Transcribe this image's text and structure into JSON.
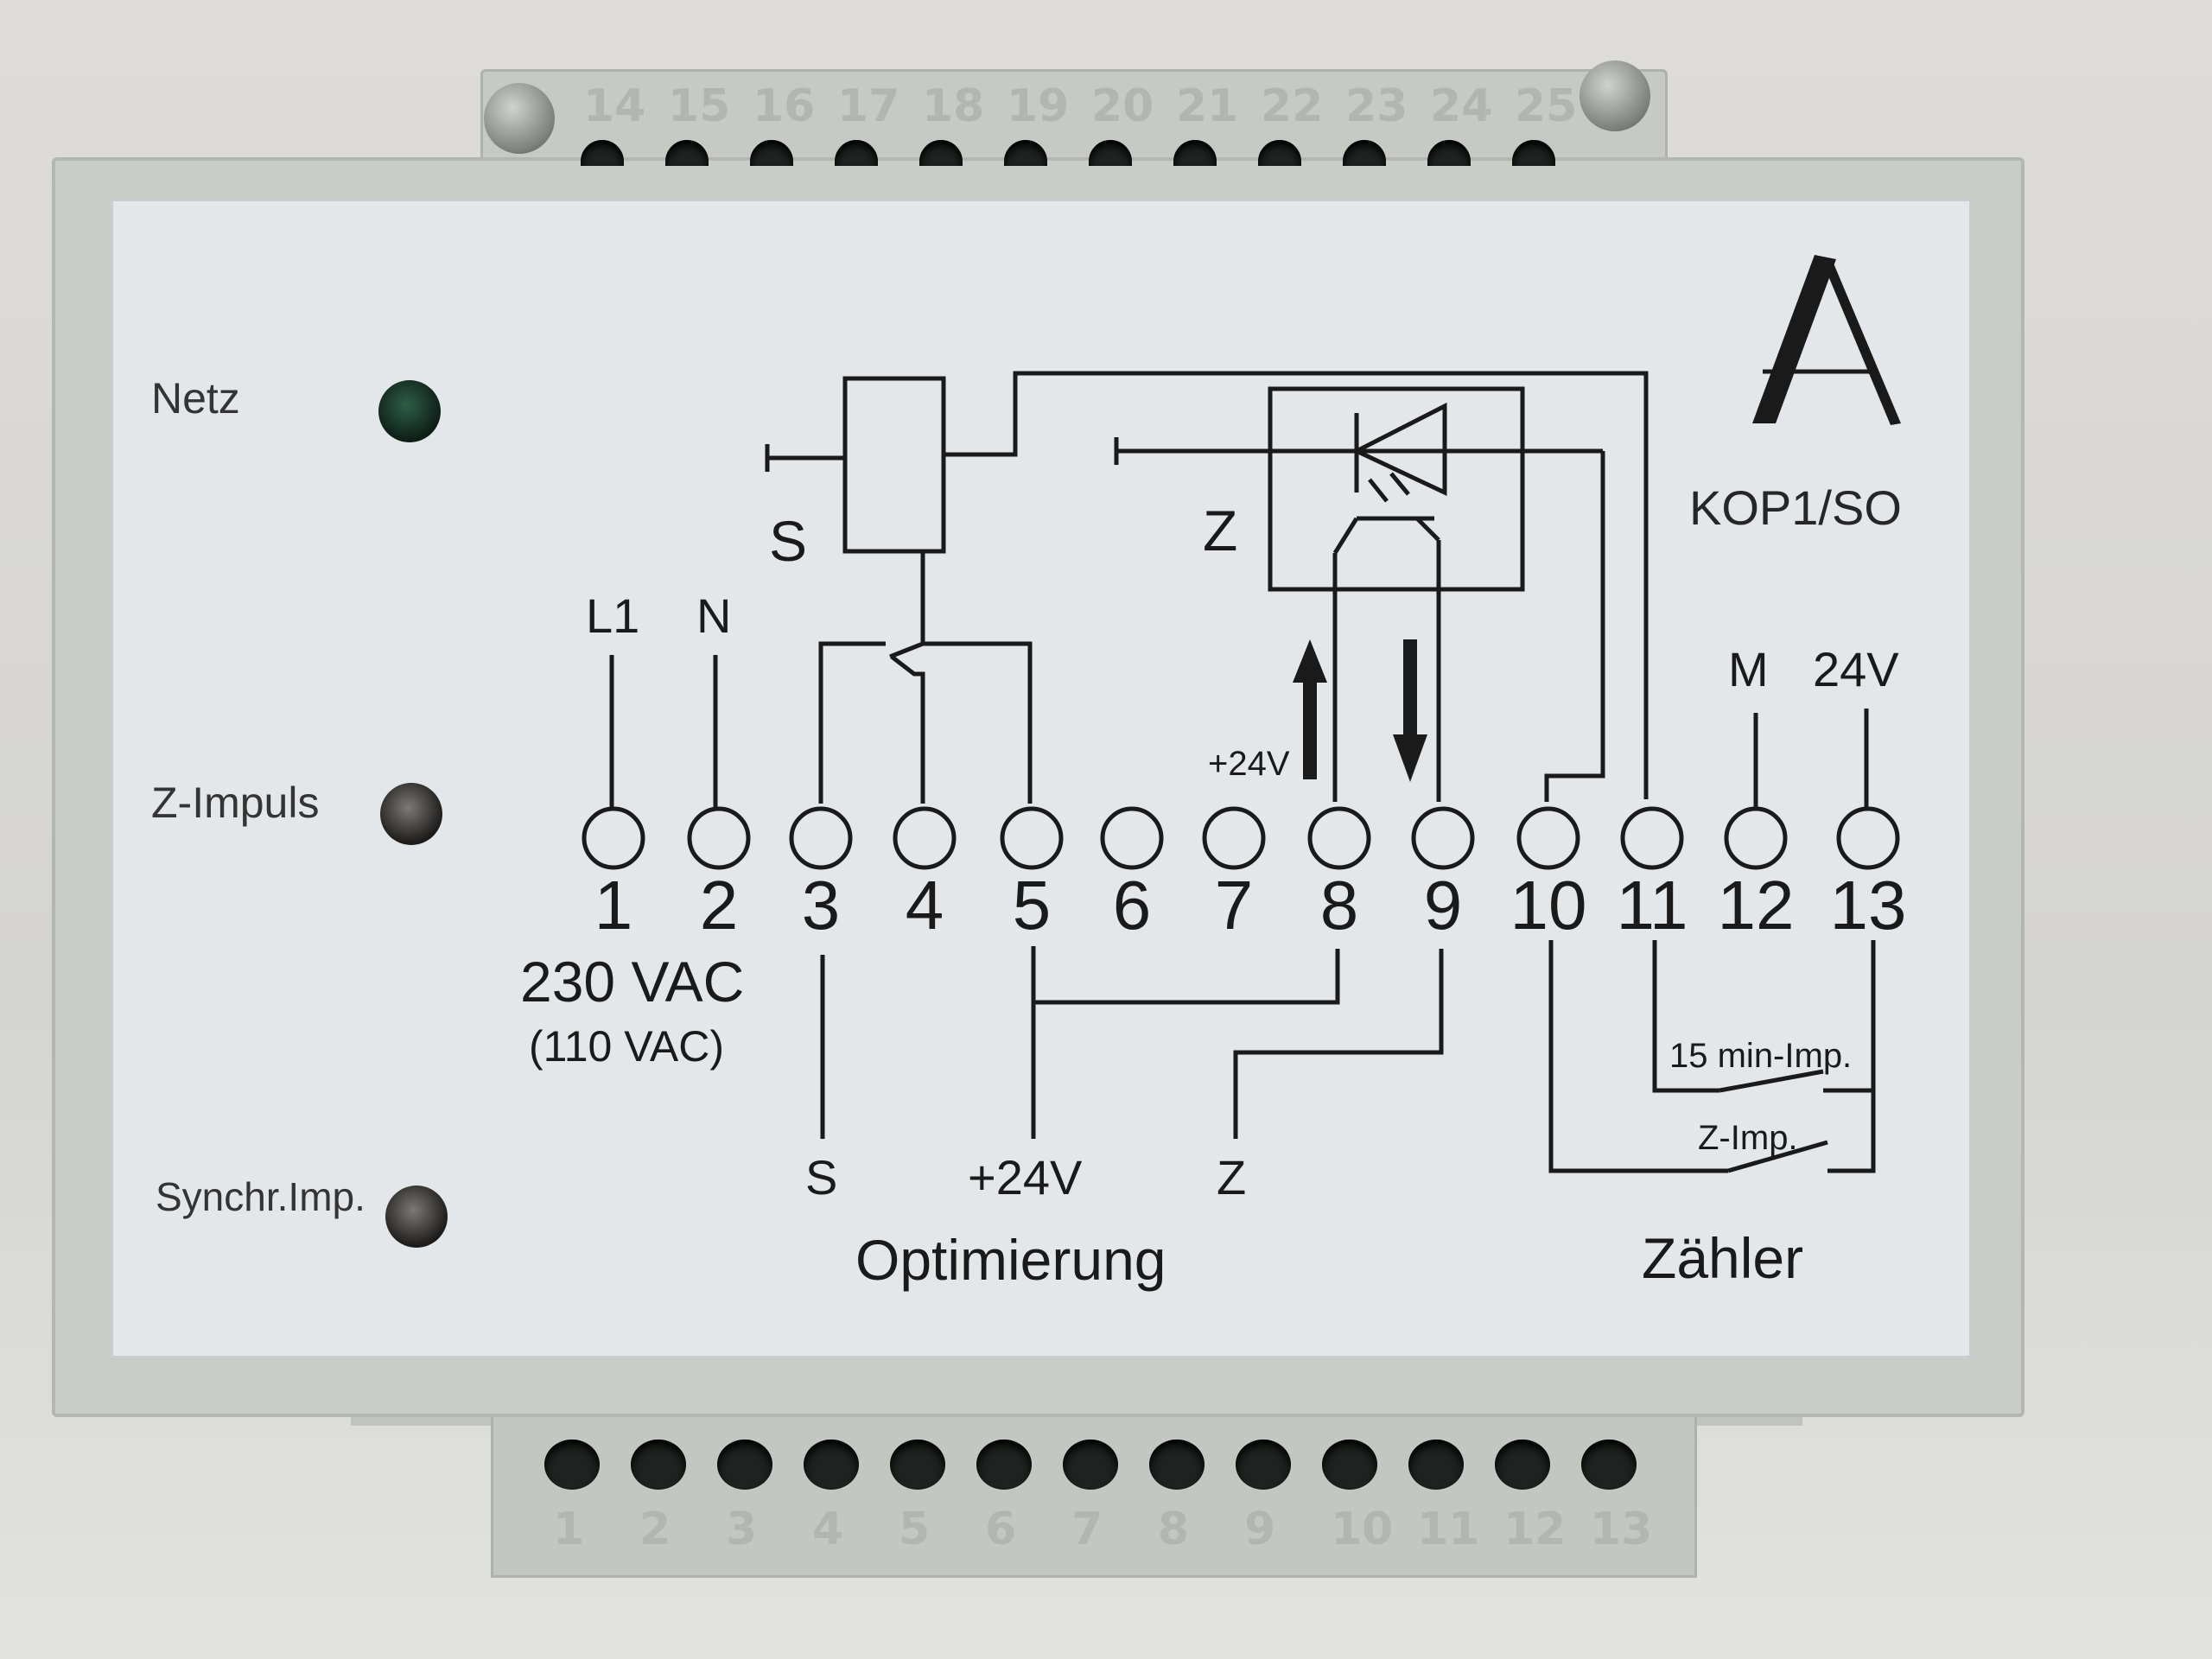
{
  "device": {
    "model": "KOP1/SO",
    "logo_icon": "stylized-letter-a-logo"
  },
  "leds": [
    {
      "label": "Netz",
      "state": "green"
    },
    {
      "label": "Z-Impuls",
      "state": "off"
    },
    {
      "label": "Synchr.Imp.",
      "state": "off"
    }
  ],
  "terminals": [
    "1",
    "2",
    "3",
    "4",
    "5",
    "6",
    "7",
    "8",
    "9",
    "10",
    "11",
    "12",
    "13"
  ],
  "top_strip_numbers": [
    "14",
    "15",
    "16",
    "17",
    "18",
    "19",
    "20",
    "21",
    "22",
    "23",
    "24",
    "25"
  ],
  "labels": {
    "L1": "L1",
    "N": "N",
    "relay_S": "S",
    "opto_Z": "Z",
    "plus24_small": "+24V",
    "M": "M",
    "v24": "24V",
    "voltage": "230 VAC",
    "voltage_alt": "(110 VAC)",
    "bottom_S": "S",
    "bottom_24V": "+24V",
    "bottom_Z": "Z",
    "imp15": "15 min-Imp.",
    "zimp": "Z-Imp.",
    "group_optimierung": "Optimierung",
    "group_zaehler": "Zähler"
  }
}
